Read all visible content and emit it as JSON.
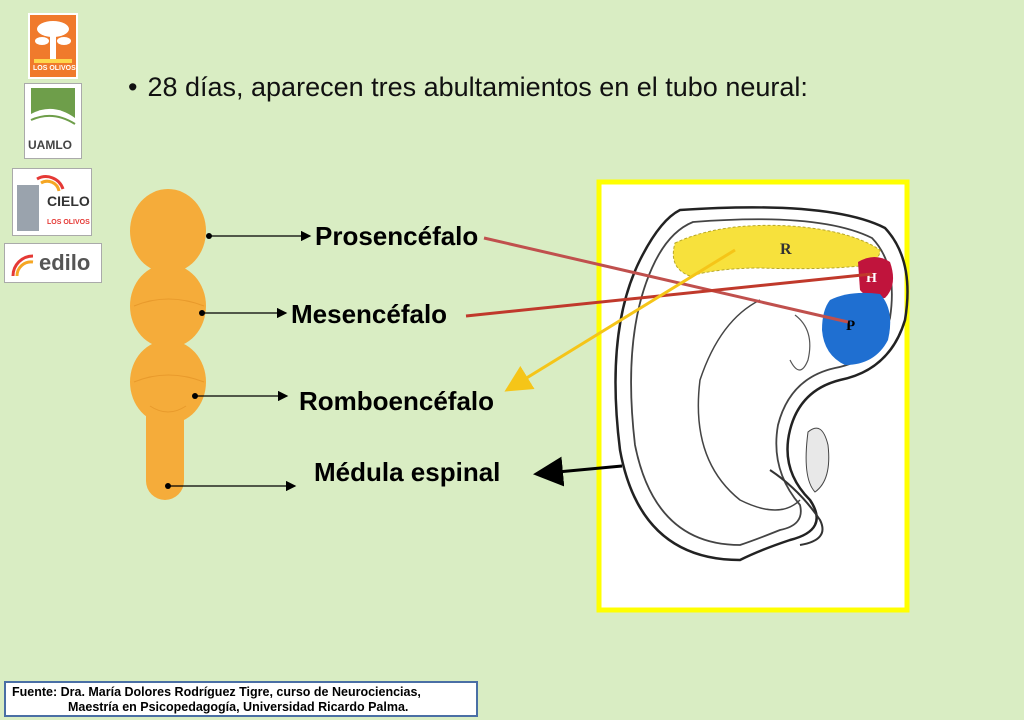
{
  "logos": {
    "olivos": "LOS OLIVOS",
    "uamlo": "UAMLO",
    "cielo": "CIELO",
    "cielo_sub": "LOS OLIVOS",
    "edilo": "edilo"
  },
  "bullet": "28 días, aparecen tres abultamientos en el tubo neural:",
  "labels": {
    "prosencefalo": "Prosencéfalo",
    "mesencefalo": "Mesencéfalo",
    "romboencefalo": "Romboencéfalo",
    "medula": "Médula espinal"
  },
  "diagram_letters": {
    "yellow": "R",
    "red": "H",
    "blue": "P"
  },
  "colors": {
    "background": "#d9edc3",
    "neural_tube": "#f5ac3a",
    "frame": "#ffff00",
    "yellow_region": "#f7e13c",
    "red_region": "#c0143c",
    "blue_region": "#1f6fd1",
    "arrow_pros": "#c0504d",
    "arrow_mes": "#c0392b",
    "arrow_romb": "#f5c518"
  },
  "source": {
    "line1": "Fuente: Dra. María Dolores Rodríguez Tigre, curso de Neurociencias,",
    "line2": "Maestría en Psicopedagogía, Universidad Ricardo Palma."
  }
}
